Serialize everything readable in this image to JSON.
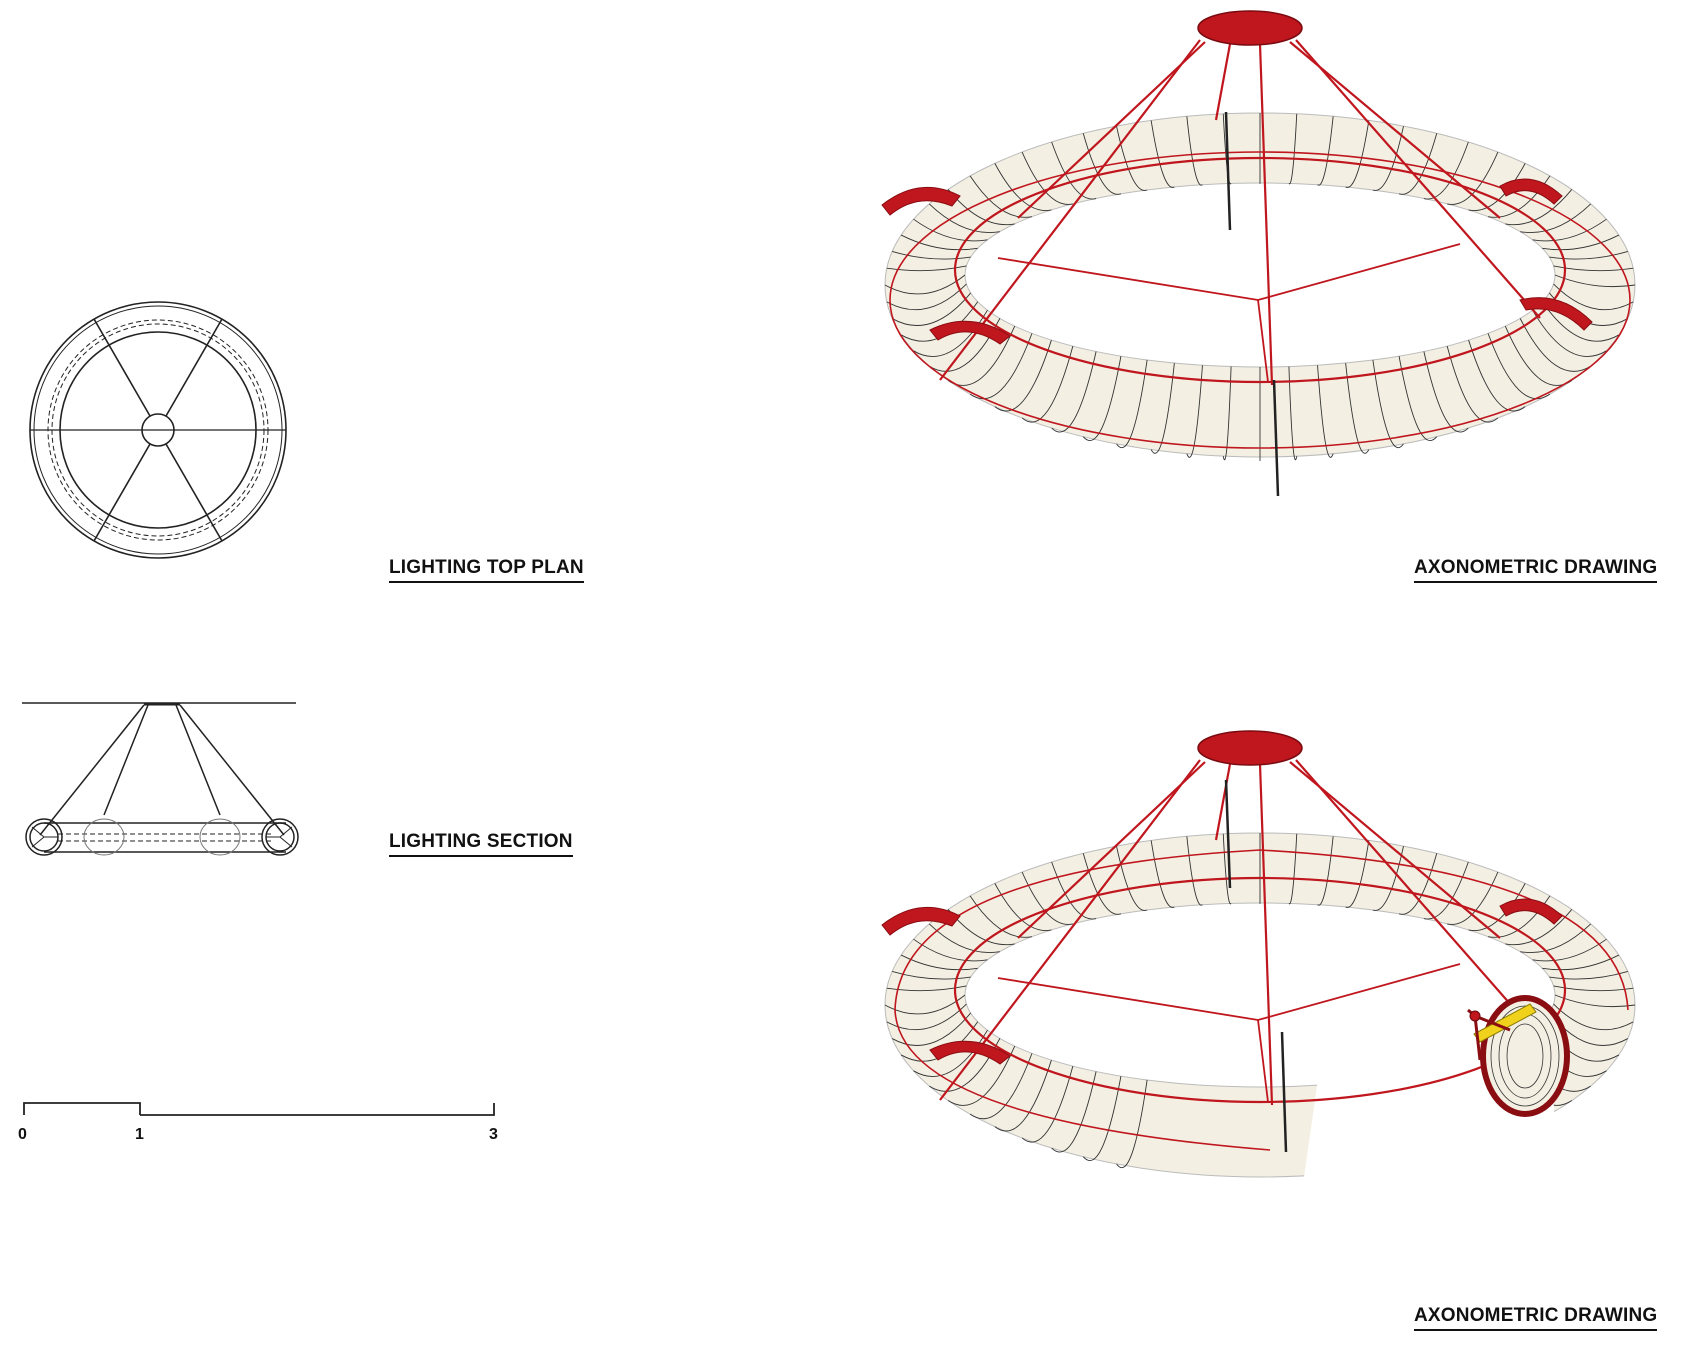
{
  "views": {
    "top_plan_label": "LIGHTING TOP PLAN",
    "section_label": "LIGHTING SECTION",
    "axonometric_top_label": "AXONOMETRIC DRAWING",
    "axonometric_bottom_label": "AXONOMETRIC DRAWING"
  },
  "scale_bar": {
    "ticks": [
      "0",
      "1",
      "3"
    ]
  },
  "colors": {
    "frame_red": "#c0161e",
    "shade_fill": "#f3efe2",
    "linework": "#222222",
    "highlight_yellow": "#f0d21c"
  }
}
